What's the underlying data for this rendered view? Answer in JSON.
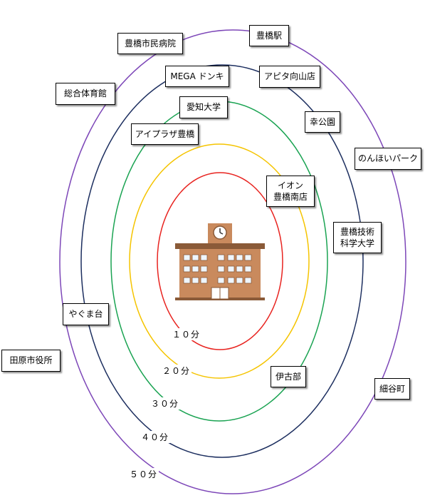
{
  "colors": {
    "ring_10": "#e8231f",
    "ring_20": "#f5c400",
    "ring_30": "#1aa352",
    "ring_40": "#1c2e5f",
    "ring_50": "#7d47b8",
    "building": "#c98a5d",
    "building_dark": "#8a5a38",
    "window": "#eef6ff"
  },
  "center_icon": "school-building-icon",
  "rings": [
    {
      "label": "１０分"
    },
    {
      "label": "２０分"
    },
    {
      "label": "３０分"
    },
    {
      "label": "４０分"
    },
    {
      "label": "５０分"
    }
  ],
  "places": {
    "toyohashi_station": "豊橋駅",
    "municipal_hospital": "豊橋市民病院",
    "sogo_taiikukan": "総合体育館",
    "mega_donki": "MEGA ドンキ",
    "apita_mukouyama": "アピタ向山店",
    "aichi_univ": "愛知大学",
    "saiwai_park": "幸公園",
    "ivy_plaza": "アイプラザ豊橋",
    "nonhoi_park": "のんほいパーク",
    "aeon_line1": "イオン",
    "aeon_line2": "豊橋南店",
    "tut_line1": "豊橋技術",
    "tut_line2": "科学大学",
    "yagumadai": "やぐま台",
    "tahara_city_hall": "田原市役所",
    "ikobe": "伊古部",
    "hosoyacho": "細谷町"
  }
}
